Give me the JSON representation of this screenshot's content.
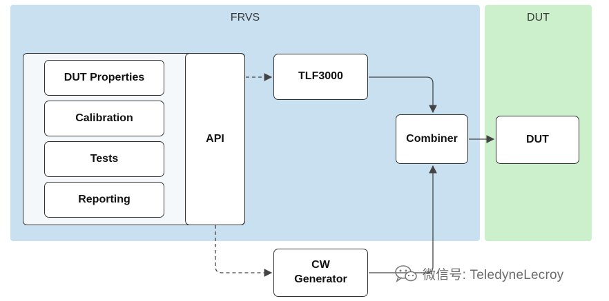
{
  "regions": {
    "frvs": "FRVS",
    "dut": "DUT"
  },
  "blocks": {
    "dut_properties": "DUT Properties",
    "calibration": "Calibration",
    "tests": "Tests",
    "reporting": "Reporting",
    "api": "API",
    "tlf3000": "TLF3000",
    "combiner": "Combiner",
    "dut": "DUT",
    "cw_generator_line1": "CW",
    "cw_generator_line2": "Generator"
  },
  "watermark": {
    "text": "微信号: TeledyneLecroy",
    "icon": "wechat-icon"
  },
  "colors": {
    "frvs_region": "#c8e0f0",
    "dut_region": "#ccf0cc",
    "line": "#444444"
  }
}
